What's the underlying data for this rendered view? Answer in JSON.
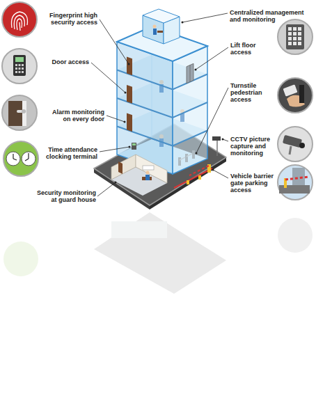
{
  "diagram": {
    "labels": [
      "Fingerprint high security access",
      "Door access",
      "Alarm monitoring on every door",
      "Time attendance clocking terminal",
      "Security monitoring at guard house",
      "Centralized management and monitoring",
      "Lift floor access",
      "Turnstile pedestrian access",
      "CCTV picture capture and monitoring",
      "Vehicle barrier gate parking access"
    ]
  }
}
